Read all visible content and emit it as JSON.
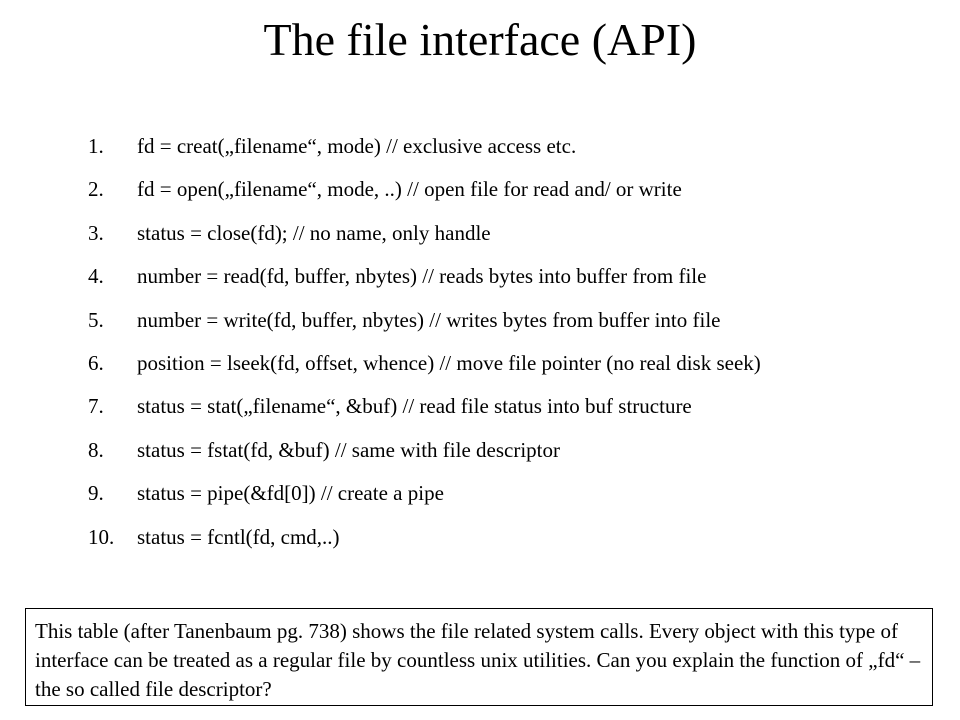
{
  "slide": {
    "title": "The file interface (API)"
  },
  "calls": [
    {
      "number": "1.",
      "text": "fd = creat(„filename“, mode)  // exclusive access etc."
    },
    {
      "number": "2.",
      "text": "fd = open(„filename“, mode, ..) // open file for read and/ or write"
    },
    {
      "number": "3.",
      "text": "status = close(fd); // no name, only handle"
    },
    {
      "number": "4.",
      "text": "number = read(fd, buffer, nbytes) // reads bytes into buffer from file"
    },
    {
      "number": "5.",
      "text": "number = write(fd, buffer, nbytes) // writes bytes from buffer into file"
    },
    {
      "number": "6.",
      "text": "position = lseek(fd, offset, whence) // move file pointer (no real disk seek)"
    },
    {
      "number": "7.",
      "text": "status = stat(„filename“, &buf) // read file status into buf structure"
    },
    {
      "number": "8.",
      "text": "status = fstat(fd, &buf) // same with file descriptor"
    },
    {
      "number": "9.",
      "text": "status = pipe(&fd[0]) // create a pipe"
    },
    {
      "number": "10.",
      "text": "status = fcntl(fd, cmd,..)"
    }
  ],
  "note": {
    "text": "This table (after Tanenbaum pg. 738) shows the file related system calls. Every object with this type of interface can be treated as a regular file by countless unix utilities. Can you explain the function of „fd“ – the so called file descriptor?"
  }
}
